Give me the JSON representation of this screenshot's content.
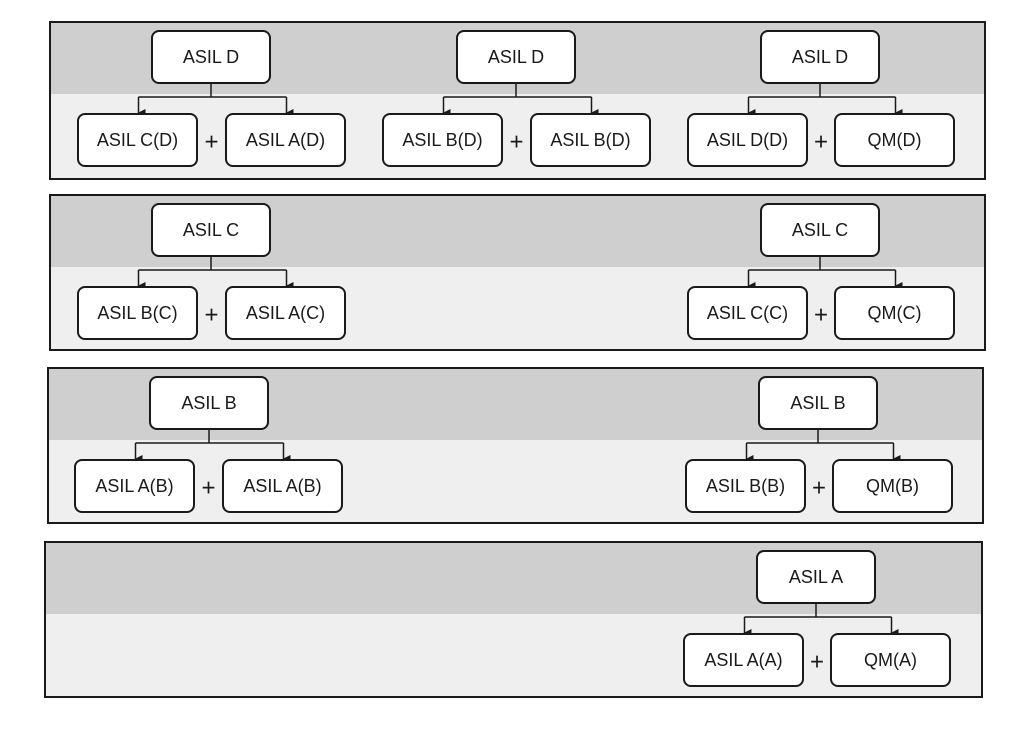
{
  "colors": {
    "band_top": "#cfcfcf",
    "band_bottom": "#efefef",
    "box_fill": "#ffffff",
    "stroke": "#1a1a1a"
  },
  "bands": [
    {
      "id": "asil-d",
      "groups": [
        {
          "parent": "ASIL D",
          "children": [
            "ASIL C(D)",
            "ASIL A(D)"
          ],
          "operator": "+"
        },
        {
          "parent": "ASIL D",
          "children": [
            "ASIL B(D)",
            "ASIL B(D)"
          ],
          "operator": "+"
        },
        {
          "parent": "ASIL D",
          "children": [
            "ASIL D(D)",
            "QM(D)"
          ],
          "operator": "+"
        }
      ]
    },
    {
      "id": "asil-c",
      "groups": [
        {
          "parent": "ASIL C",
          "children": [
            "ASIL B(C)",
            "ASIL A(C)"
          ],
          "operator": "+"
        },
        {
          "parent": "ASIL C",
          "children": [
            "ASIL C(C)",
            "QM(C)"
          ],
          "operator": "+"
        }
      ]
    },
    {
      "id": "asil-b",
      "groups": [
        {
          "parent": "ASIL B",
          "children": [
            "ASIL A(B)",
            "ASIL A(B)"
          ],
          "operator": "+"
        },
        {
          "parent": "ASIL B",
          "children": [
            "ASIL B(B)",
            "QM(B)"
          ],
          "operator": "+"
        }
      ]
    },
    {
      "id": "asil-a",
      "groups": [
        {
          "parent": "ASIL A",
          "children": [
            "ASIL A(A)",
            "QM(A)"
          ],
          "operator": "+"
        }
      ]
    }
  ]
}
